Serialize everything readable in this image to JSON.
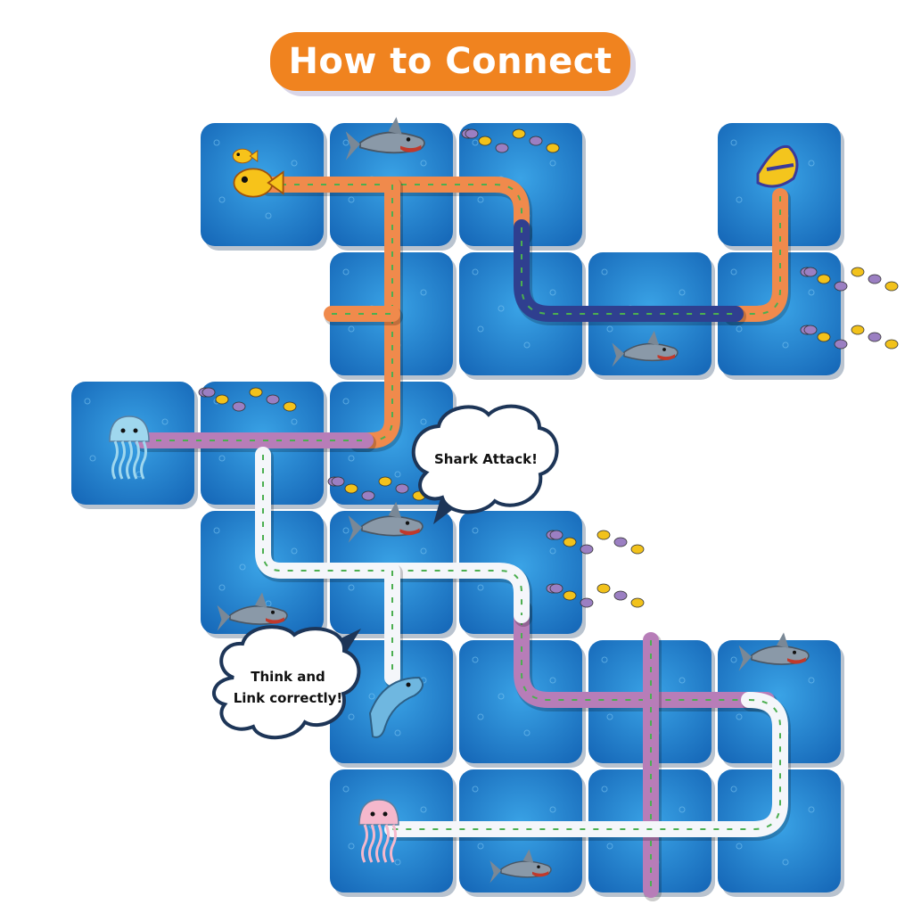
{
  "title": "How to Connect",
  "callouts": {
    "shark_attack": "Shark Attack!",
    "think_line1": "Think and",
    "think_line2": "Link correctly!"
  },
  "colors": {
    "title_bg": "#f0831f",
    "tile_bg": "#1d7fd0",
    "tile_light": "#3aa3e6",
    "pipe_orange": "#f08a4c",
    "pipe_navy": "#2f3f8f",
    "pipe_purple": "#b77db8",
    "pipe_white": "#f4f6fa",
    "vine": "#4caf50"
  },
  "board": {
    "tiles": [
      {
        "row": 0,
        "col": 1,
        "creature": "fish-icon"
      },
      {
        "row": 0,
        "col": 2,
        "creature": "shark-icon"
      },
      {
        "row": 0,
        "col": 3,
        "creature": "fish-school-icon"
      },
      {
        "row": 0,
        "col": 5,
        "creature": "angelfish-icon"
      },
      {
        "row": 1,
        "col": 2,
        "creature": ""
      },
      {
        "row": 1,
        "col": 3,
        "creature": ""
      },
      {
        "row": 1,
        "col": 4,
        "creature": "shark-icon"
      },
      {
        "row": 1,
        "col": 5,
        "creature": "fish-school-icon"
      },
      {
        "row": 2,
        "col": 0,
        "creature": "jellyfish-icon"
      },
      {
        "row": 2,
        "col": 1,
        "creature": "fish-school-icon"
      },
      {
        "row": 2,
        "col": 2,
        "creature": "fish-school-icon"
      },
      {
        "row": 3,
        "col": 1,
        "creature": "shark-icon"
      },
      {
        "row": 3,
        "col": 2,
        "creature": "shark-icon"
      },
      {
        "row": 3,
        "col": 3,
        "creature": "fish-school-icon"
      },
      {
        "row": 4,
        "col": 2,
        "creature": "dolphin-icon"
      },
      {
        "row": 4,
        "col": 3,
        "creature": ""
      },
      {
        "row": 4,
        "col": 4,
        "creature": ""
      },
      {
        "row": 4,
        "col": 5,
        "creature": "shark-icon"
      },
      {
        "row": 5,
        "col": 2,
        "creature": "jellyfish-icon"
      },
      {
        "row": 5,
        "col": 3,
        "creature": "shark-icon"
      },
      {
        "row": 5,
        "col": 4,
        "creature": ""
      },
      {
        "row": 5,
        "col": 5,
        "creature": ""
      }
    ]
  }
}
